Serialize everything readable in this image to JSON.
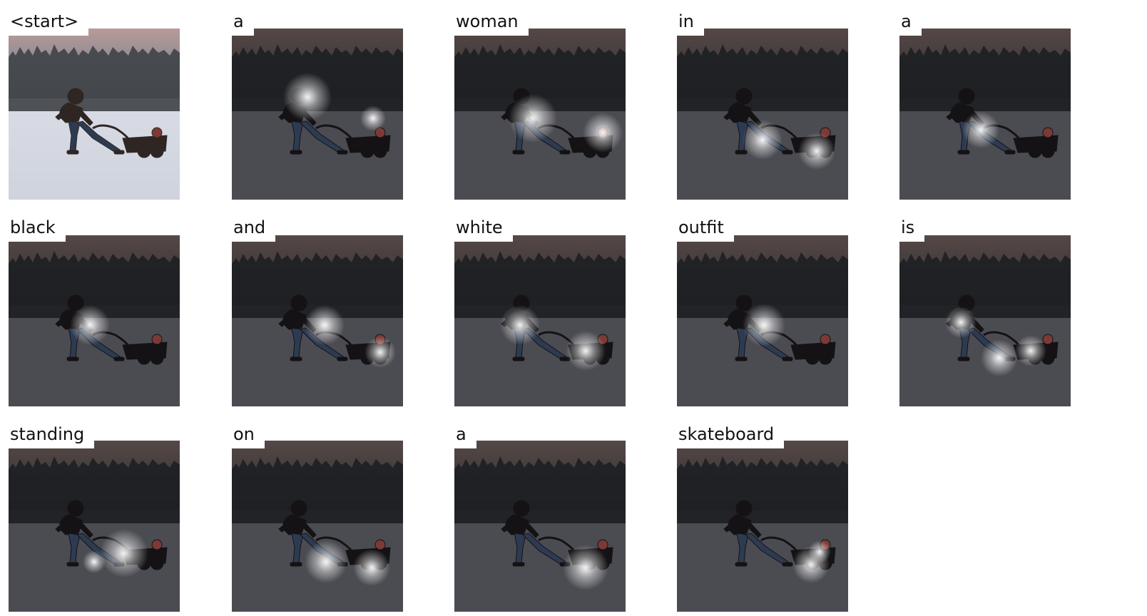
{
  "panels": [
    {
      "word": "<start>"
    },
    {
      "word": "a"
    },
    {
      "word": "woman"
    },
    {
      "word": "in"
    },
    {
      "word": "a"
    },
    {
      "word": "black"
    },
    {
      "word": "and"
    },
    {
      "word": "white"
    },
    {
      "word": "outfit"
    },
    {
      "word": "is"
    },
    {
      "word": "standing"
    },
    {
      "word": "on"
    },
    {
      "word": "a"
    },
    {
      "word": "skateboard"
    }
  ]
}
